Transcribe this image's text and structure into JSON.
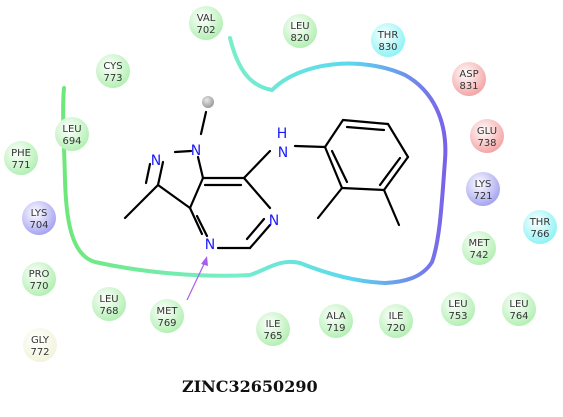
{
  "title": "ZINC32650290",
  "colors": {
    "hydrophobic": "#b4f0b4",
    "polar": "#8ff3f5",
    "acidic": "#f4a6a6",
    "basic": "#a7a5f1",
    "glycine": "#f2f4dc",
    "nitrogen": "#1a1aff",
    "bond": "#000000",
    "backbone_arrow": "#a95df0"
  },
  "residues": [
    {
      "name": "VAL",
      "num": "702",
      "type": "hydrophobic"
    },
    {
      "name": "LEU",
      "num": "820",
      "type": "hydrophobic"
    },
    {
      "name": "THR",
      "num": "830",
      "type": "polar"
    },
    {
      "name": "CYS",
      "num": "773",
      "type": "hydrophobic"
    },
    {
      "name": "ASP",
      "num": "831",
      "type": "acidic"
    },
    {
      "name": "LEU",
      "num": "694",
      "type": "hydrophobic"
    },
    {
      "name": "GLU",
      "num": "738",
      "type": "acidic"
    },
    {
      "name": "PHE",
      "num": "771",
      "type": "hydrophobic"
    },
    {
      "name": "LYS",
      "num": "721",
      "type": "basic"
    },
    {
      "name": "LYS",
      "num": "704",
      "type": "basic"
    },
    {
      "name": "THR",
      "num": "766",
      "type": "polar"
    },
    {
      "name": "MET",
      "num": "742",
      "type": "hydrophobic"
    },
    {
      "name": "PRO",
      "num": "770",
      "type": "hydrophobic"
    },
    {
      "name": "LEU",
      "num": "768",
      "type": "hydrophobic"
    },
    {
      "name": "MET",
      "num": "769",
      "type": "hydrophobic"
    },
    {
      "name": "ILE",
      "num": "765",
      "type": "hydrophobic"
    },
    {
      "name": "ALA",
      "num": "719",
      "type": "hydrophobic"
    },
    {
      "name": "ILE",
      "num": "720",
      "type": "hydrophobic"
    },
    {
      "name": "LEU",
      "num": "753",
      "type": "hydrophobic"
    },
    {
      "name": "LEU",
      "num": "764",
      "type": "hydrophobic"
    },
    {
      "name": "GLY",
      "num": "772",
      "type": "glycine"
    }
  ],
  "atoms": [
    {
      "label": "N",
      "name": "pyrazole-n2"
    },
    {
      "label": "N",
      "name": "pyrazole-n1"
    },
    {
      "label": "N",
      "name": "pyrimidine-n4"
    },
    {
      "label": "N",
      "name": "pyrimidine-n6"
    },
    {
      "label": "H",
      "name": "amine-h"
    },
    {
      "label": "N",
      "name": "amine-n"
    }
  ]
}
